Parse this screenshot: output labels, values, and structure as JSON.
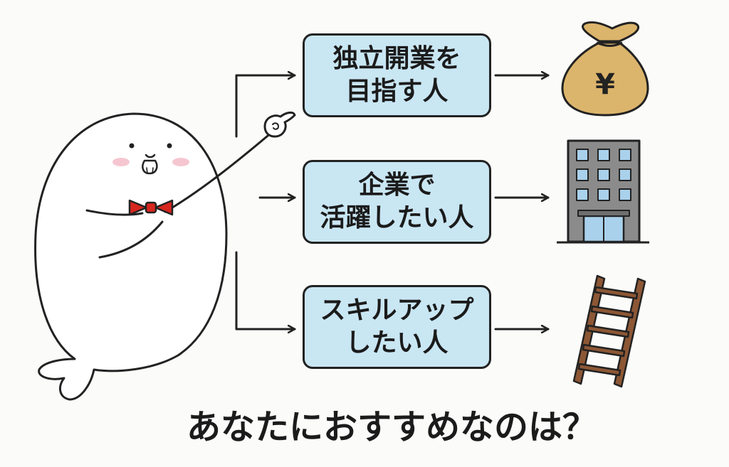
{
  "options": [
    {
      "line1": "独立開業を",
      "line2": "目指す人",
      "icon": "money-bag-icon"
    },
    {
      "line1": "企業で",
      "line2": "活躍したい人",
      "icon": "office-building-icon"
    },
    {
      "line1": "スキルアップ",
      "line2": "したい人",
      "icon": "ladder-icon"
    }
  ],
  "question": "あなたにおすすめなのは？",
  "money_symbol": "¥",
  "character": "seal-mascot",
  "colors": {
    "box_fill": "#c9e6f3",
    "outline": "#222222",
    "money_bag": "#dcb56c",
    "bow_tie": "#d7261e",
    "cheeks": "#f5c6d0",
    "building": "#8b8b8b",
    "windows": "#a9d1ec",
    "ladder": "#8d5735"
  }
}
